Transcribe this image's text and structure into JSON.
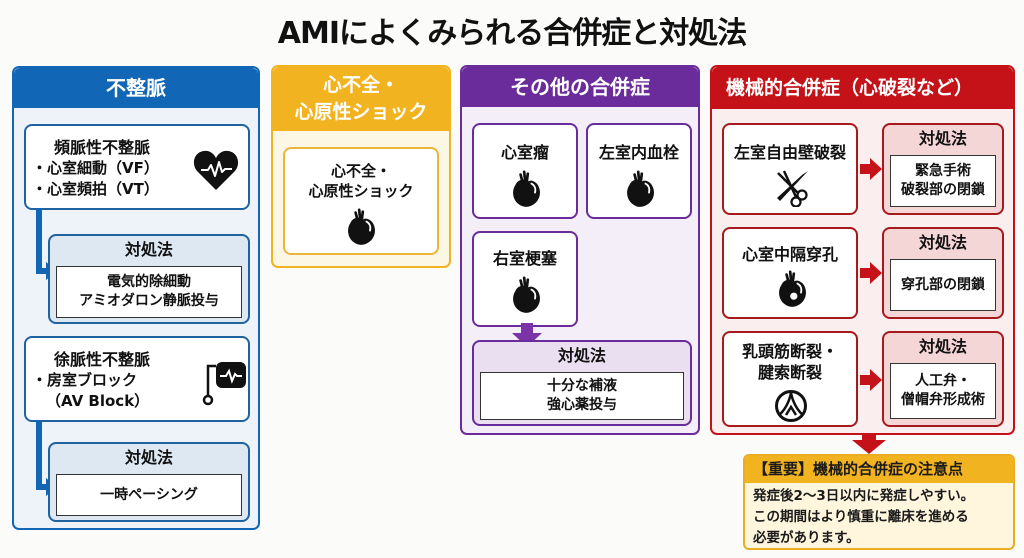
{
  "title": "AMIによくみられる合併症と対処法",
  "treatment_label": "対処法",
  "arrhythmia": {
    "header": "不整脈",
    "color": "#1166b5",
    "tachy": {
      "title": "頻脈性不整脈",
      "items": [
        "・心室細動（VF）",
        "・心室頻拍（VT）"
      ],
      "icon": "heart-pulse-icon",
      "treatment": [
        "電気的除細動",
        "アミオダロン静脈投与"
      ]
    },
    "brady": {
      "title": "徐脈性不整脈",
      "items": [
        "・房室ブロック",
        "（AV Block）"
      ],
      "icon": "pacemaker-icon",
      "treatment": [
        "一時ペーシング"
      ]
    }
  },
  "heart_failure": {
    "header_line1": "心不全・",
    "header_line2": "心原性ショック",
    "color": "#f2b320",
    "card_line1": "心不全・",
    "card_line2": "心原性ショック",
    "icon": "heart-anatomy-icon"
  },
  "other": {
    "header": "その他の合併症",
    "color": "#6a2c9a",
    "items": [
      {
        "label": "心室瘤",
        "icon": "heart-anatomy-icon"
      },
      {
        "label": "左室内血栓",
        "icon": "heart-anatomy-icon"
      },
      {
        "label": "右室梗塞",
        "icon": "heart-anatomy-icon"
      }
    ],
    "treatment": [
      "十分な補液",
      "強心薬投与"
    ]
  },
  "mechanical": {
    "header": "機械的合併症（心破裂など）",
    "color": "#c41218",
    "rows": [
      {
        "label": "左室自由壁破裂",
        "icon": "surgical-tools-icon",
        "treatment": [
          "緊急手術",
          "破裂部の閉鎖"
        ]
      },
      {
        "label": "心室中隔穿孔",
        "icon": "heart-hole-icon",
        "treatment": [
          "穿孔部の閉鎖"
        ]
      },
      {
        "label_line1": "乳頭筋断裂・",
        "label_line2": "腱索断裂",
        "icon": "valve-icon",
        "treatment": [
          "人工弁・",
          "僧帽弁形成術"
        ]
      }
    ]
  },
  "note": {
    "header": "【重要】機械的合併症の注意点",
    "lines": [
      "発症後2〜3日以内に発症しやすい。",
      "この期間はより慎重に離床を進める",
      "必要があります。"
    ]
  }
}
